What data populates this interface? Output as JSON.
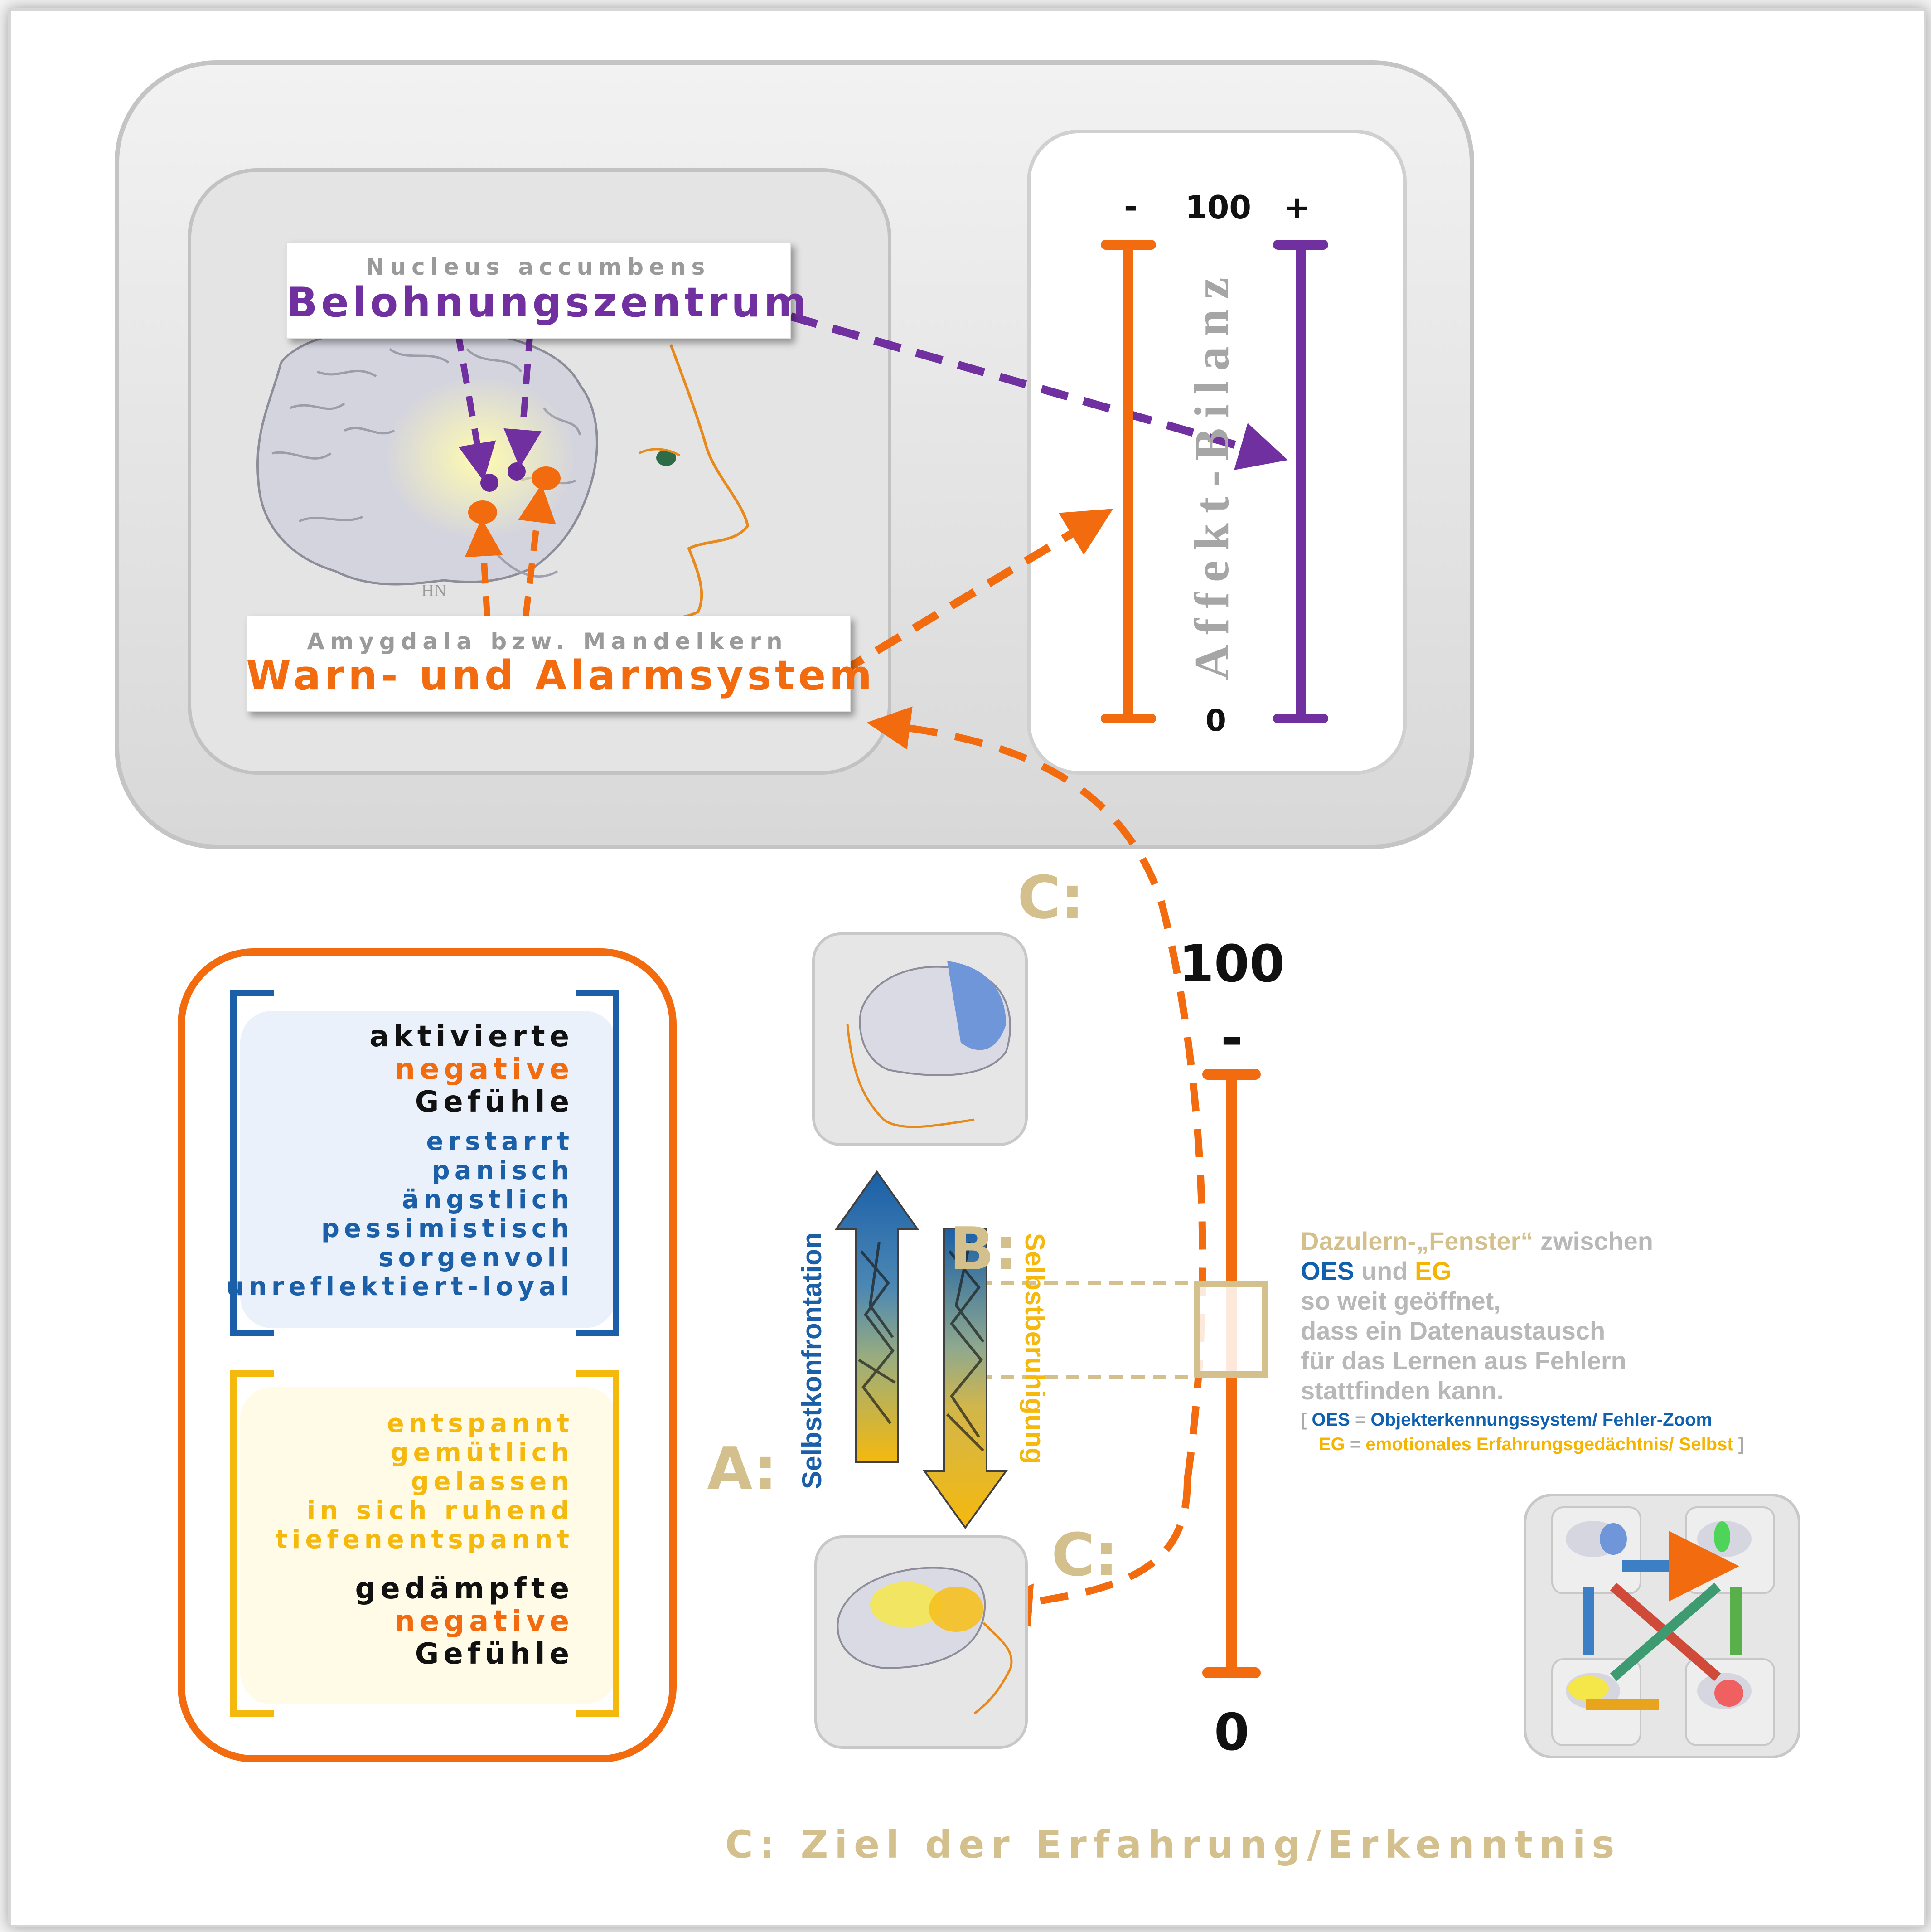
{
  "brain_panel": {
    "nucleus_subtitle": "Nucleus accumbens",
    "nucleus_title": "Belohnungszentrum",
    "amygdala_subtitle": "Amygdala bzw. Mandelkern",
    "amygdala_title": "Warn- und Alarmsystem",
    "initials": "HN"
  },
  "affekt_bilanz": {
    "minus": "-",
    "plus": "+",
    "top": "100",
    "bottom": "0",
    "label": "Affekt-Bilanz"
  },
  "scale": {
    "top": "100",
    "minus": "-",
    "bottom": "0"
  },
  "feelings": {
    "negative_block": {
      "line1": "aktivierte",
      "line2": "negative",
      "line3": "Gefühle",
      "states": [
        "erstarrt",
        "panisch",
        "ängstlich",
        "pessimistisch",
        "sorgenvoll",
        "unreflektiert-loyal"
      ]
    },
    "calm_block": {
      "states": [
        "entspannt",
        "gemütlich",
        "gelassen",
        "in sich ruhend",
        "tiefenentspannt"
      ],
      "line1": "gedämpfte",
      "line2": "negative",
      "line3": "Gefühle"
    }
  },
  "arrows": {
    "a_label": "A:",
    "a_text": "Selbstkonfrontation",
    "b_label": "B:",
    "b_text": "Selbstberuhigung",
    "c_label": "C:"
  },
  "window_text": {
    "line1_a": "Dazulern-„Fenster“",
    "line1_b": " zwischen",
    "line2_oes": "OES",
    "line2_und": " und ",
    "line2_eg": "EG",
    "line3": "so weit geöffnet,",
    "line4": "dass ein Datenaustausch",
    "line5": "für das Lernen aus Fehlern",
    "line6": "stattfinden kann.",
    "legend1_open": "[ ",
    "legend1_abbr": "OES",
    "legend1_eq": " = ",
    "legend1_text": "Objekterkennungssystem/ Fehler-Zoom",
    "legend2_abbr": "EG",
    "legend2_eq": " = ",
    "legend2_text": "emotionales Erfahrungsgedächtnis/ Selbst",
    "legend2_close": " ]"
  },
  "footer": "C: Ziel der Erfahrung/Erkenntnis",
  "colors": {
    "orange": "#f26b0f",
    "purple": "#7030a0",
    "blue": "#1a5fa8",
    "yellow": "#f5b90e",
    "tan": "#d4c08c"
  }
}
